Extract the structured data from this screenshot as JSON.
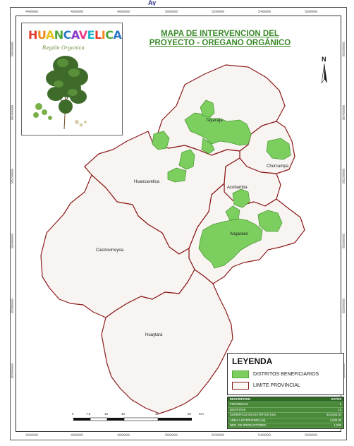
{
  "header_fragment": "Ay",
  "brand": {
    "name": "HUANCAVELICA",
    "subtitle": "Región Organica",
    "letter_colors": [
      "#e63a2c",
      "#f08a1c",
      "#e6c21c",
      "#4aa53a",
      "#2a78c8",
      "#8a3ac8",
      "#e63a8a",
      "#1cb4c8",
      "#e63a2c",
      "#f08a1c",
      "#4aa53a",
      "#2a78c8"
    ]
  },
  "map_title_line1": "MAPA DE INTERVENCION DEL",
  "map_title_line2": "PROYECTO - OREGANO ORGÁNICO",
  "colors": {
    "province_fill": "#f8f4f2",
    "province_border": "#8b1a1a",
    "district_fill": "#7ccf5f",
    "district_border": "#4e9a36",
    "title_green": "#3b8a2a"
  },
  "provinces": {
    "tayacaja": "Tayacaja",
    "huancavelica": "Huancavelica",
    "churcampa": "Churcampa",
    "acobamba": "Acobamba",
    "angaraes": "Angaraes",
    "castrovirreyna": "Castrovirreyna",
    "huaytara": "Huaytará"
  },
  "legend": {
    "title": "LEYENDA",
    "item1": "DISTRITOS BENEFICIARIOS",
    "item2": "LIMITE PROVINCIAL"
  },
  "stats": {
    "headers": [
      "DESCRIPCION",
      "DATOS"
    ],
    "rows": [
      [
        "PROVINCIAS",
        "5"
      ],
      [
        "DISTRITOS",
        "12"
      ],
      [
        "SUPERFICIE DE DISTRITOS (Ha)",
        "321,643.00"
      ],
      [
        "AREA A INTERVENIR (Ha)",
        "1,000.00"
      ],
      [
        "NRO. DE PRODUCTORES",
        "1,000"
      ]
    ]
  },
  "coords_top": [
    "440000",
    "460000",
    "480000",
    "500000",
    "520000",
    "540000",
    "560000"
  ],
  "coords_bottom": [
    "440000",
    "460000",
    "480000",
    "500000",
    "520000",
    "540000",
    "560000"
  ],
  "coords_left": [
    "8660000",
    "8640000",
    "8620000",
    "8600000",
    "8580000",
    "8560000"
  ],
  "coords_right": [
    "8660000",
    "8640000",
    "8620000",
    "8600000",
    "8580000",
    "8560000"
  ],
  "scale_labels": [
    "0",
    "7.5",
    "15",
    "30",
    "45",
    "60",
    "Km"
  ],
  "north_label": "N"
}
